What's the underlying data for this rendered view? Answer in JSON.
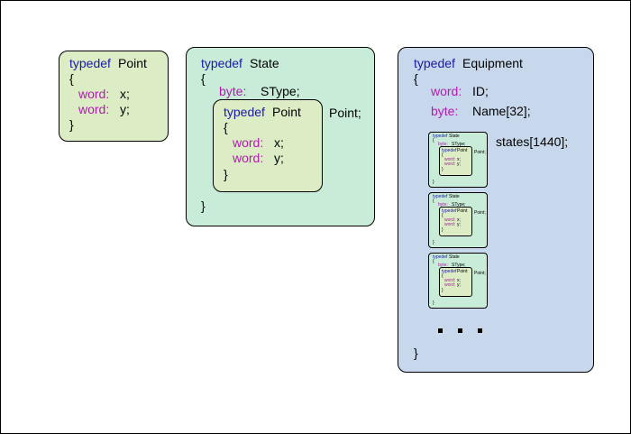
{
  "keywords": {
    "typedef": "typedef",
    "word": "word:",
    "byte": "byte:",
    "open_brace": "{",
    "close_brace": "}"
  },
  "point": {
    "name": "Point",
    "fields": [
      {
        "type": "word:",
        "name": "x;"
      },
      {
        "type": "word:",
        "name": "y;"
      }
    ]
  },
  "state": {
    "name": "State",
    "field": {
      "type": "byte:",
      "name": "SType;"
    },
    "point_member": "Point;"
  },
  "equipment": {
    "name": "Equipment",
    "fields": [
      {
        "type": "word:",
        "name": "ID;"
      },
      {
        "type": "byte:",
        "name": "Name[32];"
      }
    ],
    "states_member": "states[1440];",
    "ellipsis": "・・・"
  },
  "colors": {
    "point_fill": "#dcecc4",
    "state_fill": "#c8ecd8",
    "equipment_fill": "#c8d8ec",
    "keyword": "#1a1aa8",
    "type": "#b01cb0"
  }
}
